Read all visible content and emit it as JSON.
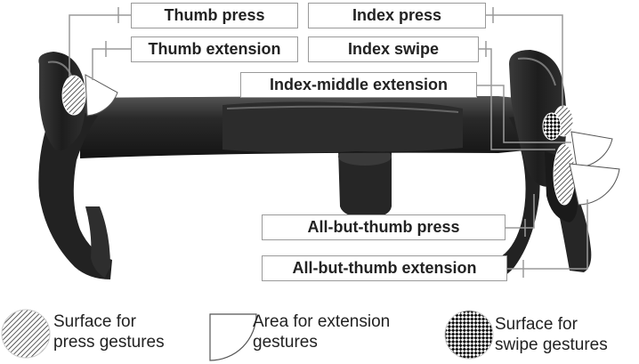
{
  "labels": {
    "thumb_press": "Thumb press",
    "thumb_extension": "Thumb extension",
    "index_press": "Index press",
    "index_swipe": "Index swipe",
    "index_middle_extension": "Index-middle extension",
    "all_but_thumb_press": "All-but-thumb press",
    "all_but_thumb_extension": "All-but-thumb extension"
  },
  "legend": {
    "press": {
      "line1": "Surface for",
      "line2": "press gestures"
    },
    "extension": {
      "line1": "Area for extension",
      "line2": "gestures"
    },
    "swipe": {
      "line1": "Surface for",
      "line2": "swipe gestures"
    }
  },
  "colors": {
    "bar": "#232323",
    "tape": "#2c2c2c",
    "highlight": "#5a5a5a",
    "box_border": "#9a9a9a",
    "leader_line": "#9a9a9a",
    "text": "#222222"
  }
}
